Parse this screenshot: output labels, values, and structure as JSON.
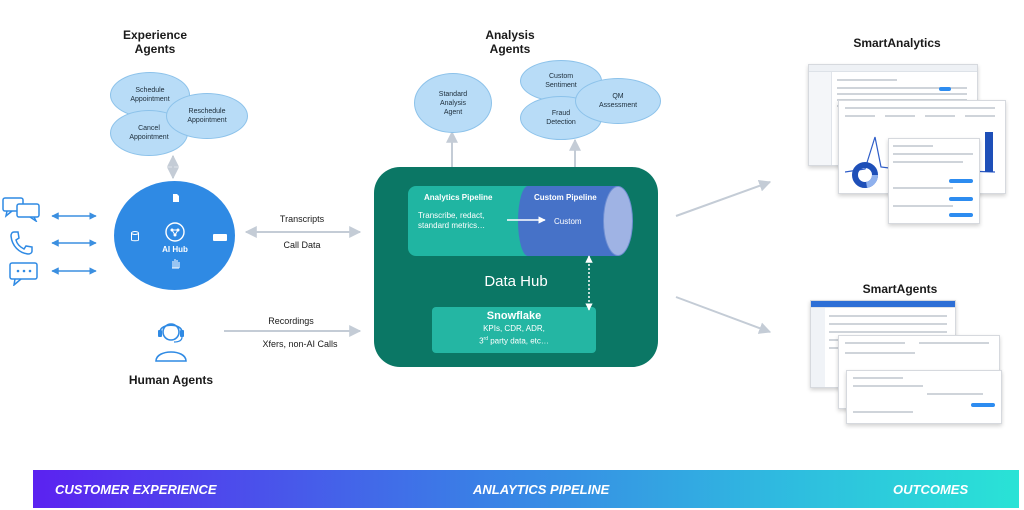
{
  "experience_agents": {
    "heading_line1": "Experience",
    "heading_line2": "Agents",
    "bubbles": [
      {
        "line1": "Schedule",
        "line2": "Appointment"
      },
      {
        "line1": "Reschedule",
        "line2": "Appointment"
      },
      {
        "line1": "Cancel",
        "line2": "Appointment"
      }
    ]
  },
  "ai_hub": {
    "label": "AI Hub"
  },
  "human_agents": {
    "heading": "Human Agents"
  },
  "flows": {
    "transcripts": "Transcripts",
    "call_data": "Call Data",
    "recordings": "Recordings",
    "xfers": "Xfers, non-AI Calls"
  },
  "analysis_agents": {
    "heading_line1": "Analysis",
    "heading_line2": "Agents",
    "bubbles": [
      {
        "line1": "Standard",
        "line2": "Analysis",
        "line3": "Agent"
      },
      {
        "line1": "Custom",
        "line2": "Sentiment"
      },
      {
        "line1": "QM",
        "line2": "Assessment"
      },
      {
        "line1": "Fraud",
        "line2": "Detection"
      }
    ]
  },
  "data_hub": {
    "title": "Data Hub",
    "analytics_pipeline": {
      "title": "Analytics Pipeline",
      "line1": "Transcribe, redact,",
      "line2": "standard metrics…"
    },
    "custom_pipeline": {
      "title": "Custom Pipeline",
      "body": "Custom"
    },
    "snowflake": {
      "title": "Snowflake",
      "line1": "KPIs, CDR, ADR,",
      "line2_prefix": "3",
      "line2_sup": "rd",
      "line2_suffix": " party data, etc…"
    }
  },
  "outcomes": {
    "smart_analytics": "SmartAnalytics",
    "smart_agents": "SmartAgents"
  },
  "footer": {
    "left": "CUSTOMER EXPERIENCE",
    "center": "ANLAYTICS PIPELINE",
    "right": "OUTCOMES"
  },
  "colors": {
    "data_hub": "#0b7765",
    "analytics_pipeline": "#20b5a2",
    "custom_pipeline": "#4672c8",
    "ai_hub": "#2f8ae4",
    "bubble": "#b8dcf7",
    "arrow": "#3b8fe0"
  },
  "icons": [
    "chat-bubbles-icon",
    "phone-icon",
    "message-dots-icon",
    "ai-brain-icon",
    "database-icon",
    "document-icon",
    "headset-agent-icon"
  ]
}
